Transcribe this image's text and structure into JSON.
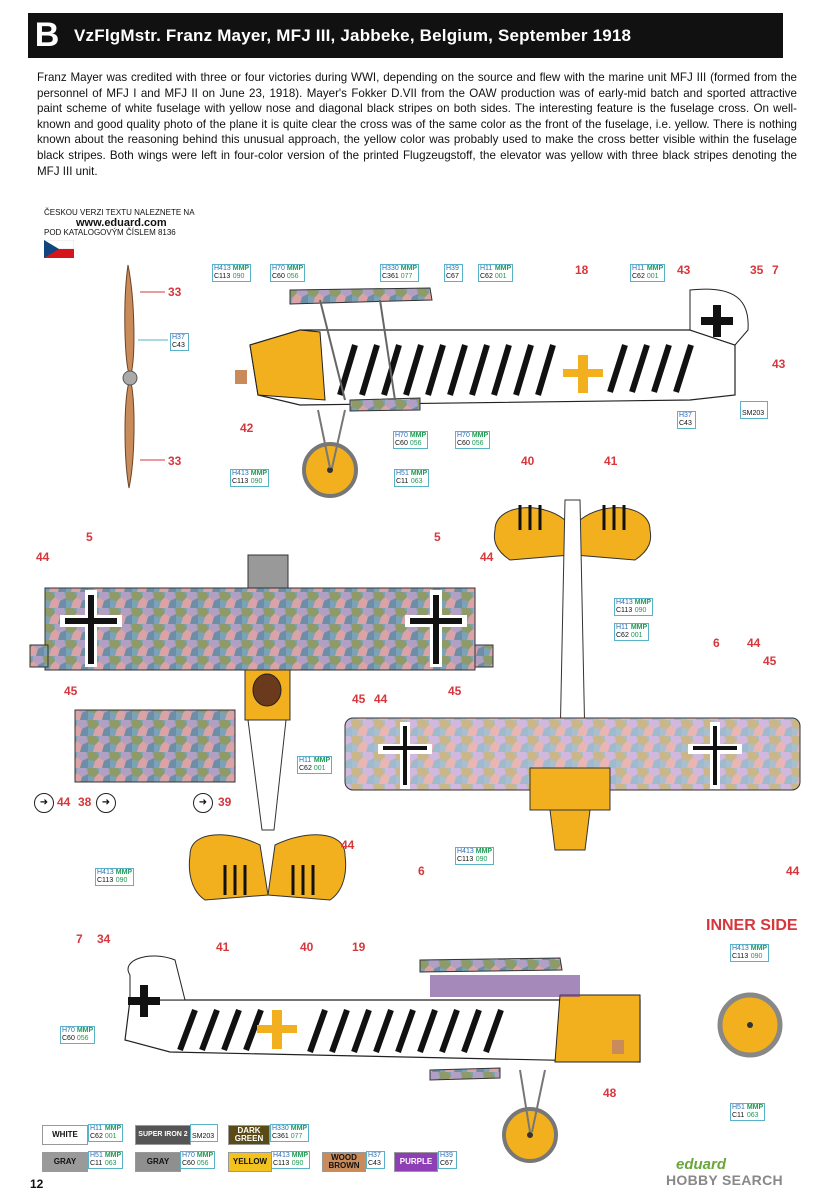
{
  "header": {
    "letter": "B",
    "title": "VzFlgMstr. Franz Mayer, MFJ III, Jabbeke, Belgium, September 1918"
  },
  "intro": "Franz Mayer was credited with three or four victories during WWI, depending on the source and flew with the marine unit MFJ III (formed from the personnel of MFJ I and MFJ II on June 23, 1918). Mayer's Fokker D.VII from the OAW production was of early-mid batch and sported attractive paint scheme of white fuselage with yellow nose and diagonal black stripes on both sides. The interesting feature is the fuselage cross. On well-known and good quality photo of the plane it is quite clear the cross was of the same color as the front of the fuselage, i.e. yellow. There is nothing known about the reasoning behind this unusual approach, the yellow color was probably used to make the cross better visible within the fuselage black stripes. Both wings were left in four-color version of the printed Flugzeugstoff, the elevator was yellow with three black stripes denoting the MFJ III unit.",
  "czech": {
    "line1": "ČESKOU VERZI TEXTU NALEZNETE NA",
    "url": "www.eduard.com",
    "line2": "POD KATALOGOVÝM ČÍSLEM 8136"
  },
  "colors": {
    "title_bg": "#111111",
    "callout": "#d6373c",
    "yellow": "#f2b01e",
    "black": "#111111",
    "wood": "#c98b5a"
  },
  "codes": [
    {
      "id": "c1",
      "h": "H413",
      "m": "MMP",
      "c": "C113",
      "n": "090"
    },
    {
      "id": "c2",
      "h": "H70",
      "m": "MMP",
      "c": "C60",
      "n": "056"
    },
    {
      "id": "c3",
      "h": "H330",
      "m": "MMP",
      "c": "C361",
      "n": "077"
    },
    {
      "id": "c4",
      "h": "H39",
      "m": "",
      "c": "C67",
      "n": ""
    },
    {
      "id": "c5",
      "h": "H11",
      "m": "MMP",
      "c": "C62",
      "n": "001"
    },
    {
      "id": "c6",
      "h": "H11",
      "m": "MMP",
      "c": "C62",
      "n": "001"
    },
    {
      "id": "c7",
      "h": "H37",
      "m": "",
      "c": "C43",
      "n": ""
    },
    {
      "id": "c8",
      "h": "H37",
      "m": "",
      "c": "C43",
      "n": ""
    },
    {
      "id": "c9",
      "h": "",
      "m": "",
      "c": "SM203",
      "n": ""
    },
    {
      "id": "c10",
      "h": "H70",
      "m": "MMP",
      "c": "C60",
      "n": "056"
    },
    {
      "id": "c11",
      "h": "H70",
      "m": "MMP",
      "c": "C60",
      "n": "056"
    },
    {
      "id": "c12",
      "h": "H413",
      "m": "MMP",
      "c": "C113",
      "n": "090"
    },
    {
      "id": "c13",
      "h": "H51",
      "m": "MMP",
      "c": "C11",
      "n": "063"
    },
    {
      "id": "c14",
      "h": "H413",
      "m": "MMP",
      "c": "C113",
      "n": "090"
    },
    {
      "id": "c15",
      "h": "H11",
      "m": "MMP",
      "c": "C62",
      "n": "001"
    },
    {
      "id": "c16",
      "h": "H11",
      "m": "MMP",
      "c": "C62",
      "n": "001"
    },
    {
      "id": "c17",
      "h": "H413",
      "m": "MMP",
      "c": "C113",
      "n": "090"
    },
    {
      "id": "c18",
      "h": "H413",
      "m": "MMP",
      "c": "C113",
      "n": "090"
    },
    {
      "id": "c19",
      "h": "H70",
      "m": "MMP",
      "c": "C60",
      "n": "056"
    },
    {
      "id": "c20",
      "h": "H413",
      "m": "MMP",
      "c": "C113",
      "n": "090"
    },
    {
      "id": "c21",
      "h": "H51",
      "m": "MMP",
      "c": "C11",
      "n": "063"
    }
  ],
  "callouts": [
    "33",
    "33",
    "18",
    "43",
    "35",
    "7",
    "43",
    "42",
    "40",
    "41",
    "5",
    "5",
    "44",
    "44",
    "45",
    "45",
    "6",
    "44",
    "45",
    "45",
    "44",
    "44",
    "38",
    "39",
    "44",
    "6",
    "44",
    "41",
    "40",
    "7",
    "34",
    "19",
    "48"
  ],
  "inner_side": "INNER SIDE",
  "legend": [
    {
      "label": "WHITE",
      "h": "H11",
      "m": "MMP",
      "c": "C62",
      "n": "001",
      "bg": "#ffffff",
      "fg": "#111111"
    },
    {
      "label": "SUPER IRON 2",
      "h": "",
      "m": "",
      "c": "SM203",
      "n": "",
      "bg": "#555555",
      "fg": "#ffffff"
    },
    {
      "label": "DARK GREEN",
      "h": "H330",
      "m": "MMP",
      "c": "C361",
      "n": "077",
      "bg": "#5a4a16",
      "fg": "#ffffff"
    },
    {
      "label": "GRAY",
      "h": "H51",
      "m": "MMP",
      "c": "C11",
      "n": "063",
      "bg": "#9a9a9a",
      "fg": "#111111"
    },
    {
      "label": "GRAY",
      "h": "H70",
      "m": "MMP",
      "c": "C60",
      "n": "056",
      "bg": "#8f8f8f",
      "fg": "#111111"
    },
    {
      "label": "YELLOW",
      "h": "H413",
      "m": "MMP",
      "c": "C113",
      "n": "090",
      "bg": "#f2c21e",
      "fg": "#111111"
    },
    {
      "label": "WOOD BROWN",
      "h": "H37",
      "m": "",
      "c": "C43",
      "n": "",
      "bg": "#c98b5a",
      "fg": "#111111"
    },
    {
      "label": "PURPLE",
      "h": "H39",
      "m": "",
      "c": "C67",
      "n": "",
      "bg": "#8e3fb5",
      "fg": "#ffffff"
    }
  ],
  "page_number": "12",
  "brand": "eduard",
  "watermark": "HOBBY SEARCH"
}
